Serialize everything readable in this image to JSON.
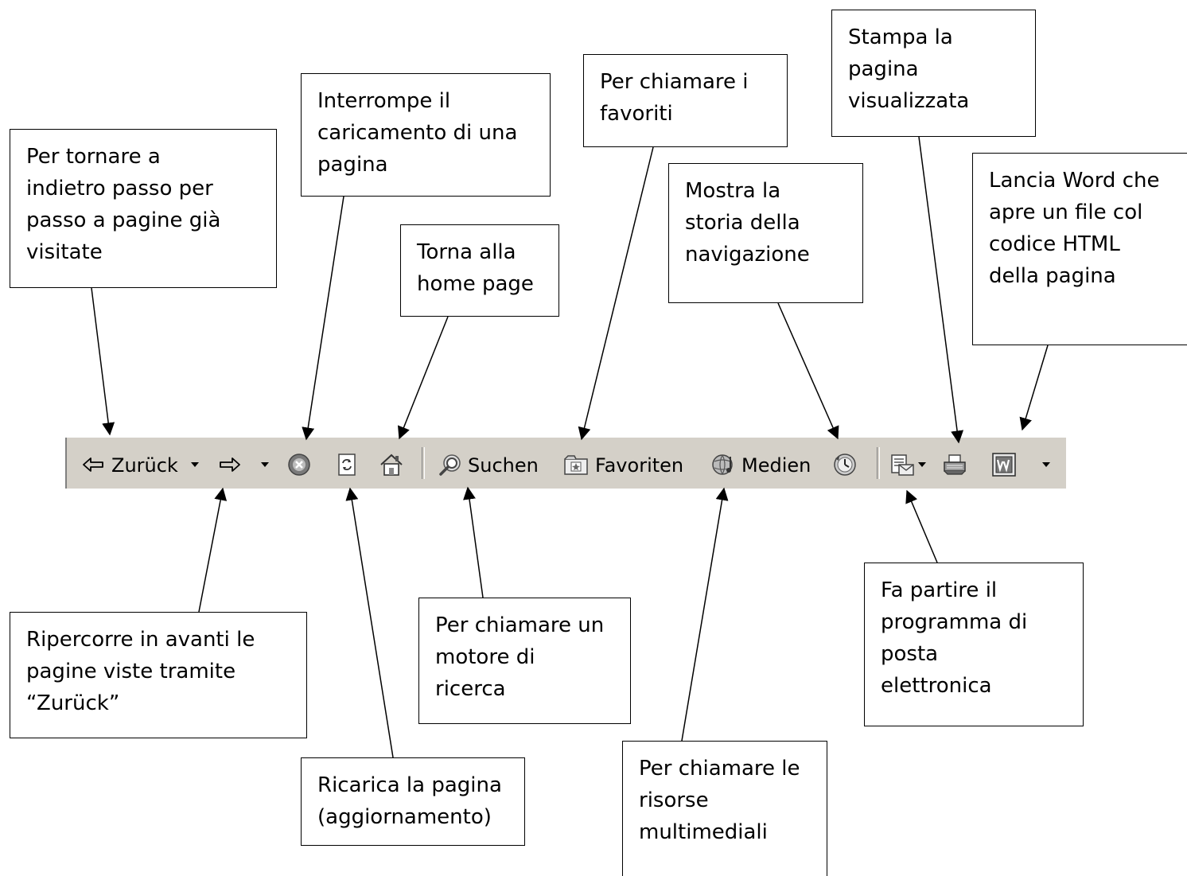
{
  "toolbar": {
    "back_label": "Zurück",
    "search_label": "Suchen",
    "favorites_label": "Favoriten",
    "media_label": "Medien"
  },
  "callouts": {
    "back": "Per tornare a\nindietro passo per\npasso a pagine già\nvisitate",
    "stop": "Interrompe il\ncaricamento di una\npagina",
    "home": "Torna alla\nhome page",
    "favorites": "Per chiamare i\nfavoriti",
    "history": "Mostra la\nstoria della\nnavigazione",
    "print": "Stampa la\npagina\nvisualizzata",
    "word": "Lancia Word che\napre un file col\ncodice HTML\ndella pagina",
    "forward": "Ripercorre in avanti le\npagine viste tramite\n“Zurück”",
    "refresh": "Ricarica la pagina\n(aggiornamento)",
    "search": "Per chiamare un\nmotore di\nricerca",
    "media": "Per chiamare le\nrisorse\nmultimediali",
    "mail": "Fa partire il\nprogramma di\nposta\nelettronica"
  },
  "icons": {
    "back": "back-arrow-icon",
    "forward": "forward-arrow-icon",
    "stop": "stop-icon",
    "refresh": "refresh-icon",
    "home": "home-icon",
    "search": "search-icon",
    "favorites": "favorites-icon",
    "media": "media-icon",
    "history": "history-icon",
    "mail": "mail-icon",
    "print": "print-icon",
    "word": "word-icon"
  }
}
